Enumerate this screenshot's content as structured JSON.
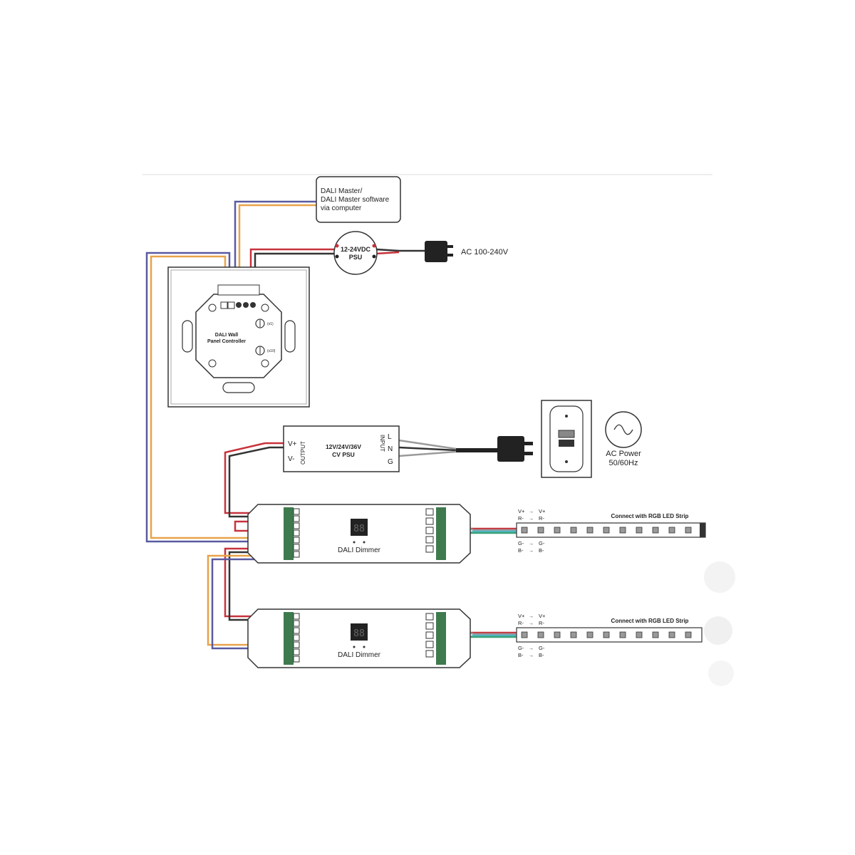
{
  "master_box": {
    "line1": "DALI Master/",
    "line2": "DALI Master software",
    "line3": "via computer"
  },
  "psu_small": {
    "line1": "12-24VDC",
    "line2": "PSU"
  },
  "ac_label_top": "AC 100-240V",
  "wall_panel": {
    "line1": "DALI Wall",
    "line2": "Panel Controller",
    "dial1_label": "(x1)",
    "dial2_label": "(x10)"
  },
  "cv_psu": {
    "line1": "12V/24V/36V",
    "line2": "CV PSU",
    "v_plus": "V+",
    "v_minus": "V-",
    "output": "OUTPUT",
    "input": "INPUT",
    "l": "L",
    "n": "N",
    "g": "G"
  },
  "ac_power": {
    "line1": "AC Power",
    "line2": "50/60Hz"
  },
  "dimmer1": {
    "label": "DALI Dimmer"
  },
  "dimmer2": {
    "label": "DALI Dimmer"
  },
  "strip1": {
    "title": "Connect with RGB LED Strip",
    "vplus_a": "V+",
    "vplus_b": "V+",
    "r_a": "R-",
    "r_b": "R-",
    "g_a": "G-",
    "g_b": "G-",
    "b_a": "B-",
    "b_b": "B-"
  },
  "strip2": {
    "title": "Connect with RGB LED Strip",
    "vplus_a": "V+",
    "vplus_b": "V+",
    "r_a": "R-",
    "r_b": "R-",
    "g_a": "G-",
    "g_b": "G-",
    "b_a": "B-",
    "b_b": "B-"
  },
  "colors": {
    "wire_red": "#c8323c",
    "wire_orange": "#e8a24a",
    "wire_blue": "#5a5aa0",
    "wire_green": "#3aa37a",
    "wire_cyan": "#4fb7c7",
    "wire_gray": "#9a9a9a",
    "terminal_green": "#3e7a4e",
    "outline": "#333333"
  }
}
